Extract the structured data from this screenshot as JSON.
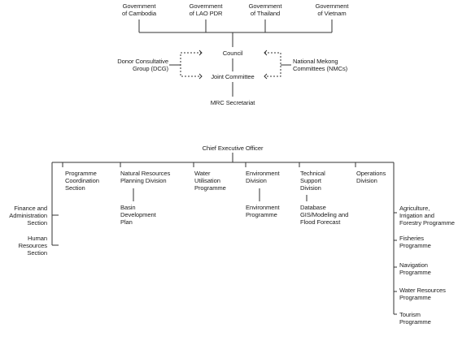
{
  "top_chart": {
    "governments": [
      "Government\nof Cambodia",
      "Government\nof LAO PDR",
      "Government\nof Thailand",
      "Government\nof Vietnam"
    ],
    "council": "Council",
    "joint_committee": "Joint Committee",
    "secretariat": "MRC Secretariat",
    "dcg": "Donor Consultative\nGroup (DCG)",
    "nmc": "National Mekong\nCommittees (NMCs)"
  },
  "bottom_chart": {
    "ceo": "Chief Executive Officer",
    "divisions": [
      "Programme\nCoordination\nSection",
      "Natural Resources\nPlanning Division",
      "Water\nUtilisation\nProgramme",
      "Environment\nDivision",
      "Technical\nSupport\nDivision",
      "Operations\nDivision"
    ],
    "sub_items": {
      "basin": "Basin\nDevelopment\nPlan",
      "environment_programme": "Environment\nProgramme",
      "database": "Database\nGIS/Modeling and\nFlood Forecast"
    },
    "left_sections": [
      "Finance and\nAdministration\nSection",
      "Human\nResources\nSection"
    ],
    "right_programmes": [
      "Agriculture,\nIrrigation and\nForestry Programme",
      "Fisheries\nProgramme",
      "Navigation\nProgramme",
      "Water Resources\nProgramme",
      "Tourism\nProgramme"
    ]
  }
}
